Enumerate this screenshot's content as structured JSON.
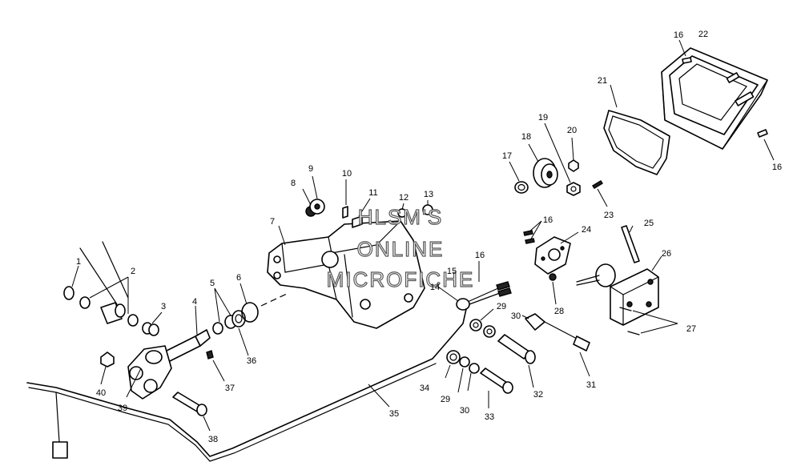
{
  "watermark": {
    "line1": "HLSM'S",
    "line2": "ONLINE",
    "line3": "MICROFICHE"
  },
  "callouts": [
    {
      "id": "c1",
      "label": "1"
    },
    {
      "id": "c2",
      "label": "2"
    },
    {
      "id": "c3",
      "label": "3"
    },
    {
      "id": "c4",
      "label": "4"
    },
    {
      "id": "c5",
      "label": "5"
    },
    {
      "id": "c6",
      "label": "6"
    },
    {
      "id": "c7",
      "label": "7"
    },
    {
      "id": "c8",
      "label": "8"
    },
    {
      "id": "c9",
      "label": "9"
    },
    {
      "id": "c10",
      "label": "10"
    },
    {
      "id": "c11",
      "label": "11"
    },
    {
      "id": "c12",
      "label": "12"
    },
    {
      "id": "c13",
      "label": "13"
    },
    {
      "id": "c14",
      "label": "14"
    },
    {
      "id": "c15",
      "label": "15"
    },
    {
      "id": "c16a",
      "label": "16"
    },
    {
      "id": "c16b",
      "label": "16"
    },
    {
      "id": "c16c",
      "label": "16"
    },
    {
      "id": "c16d",
      "label": "16"
    },
    {
      "id": "c17",
      "label": "17"
    },
    {
      "id": "c18",
      "label": "18"
    },
    {
      "id": "c19",
      "label": "19"
    },
    {
      "id": "c20",
      "label": "20"
    },
    {
      "id": "c21",
      "label": "21"
    },
    {
      "id": "c22",
      "label": "22"
    },
    {
      "id": "c23",
      "label": "23"
    },
    {
      "id": "c24",
      "label": "24"
    },
    {
      "id": "c25",
      "label": "25"
    },
    {
      "id": "c26",
      "label": "26"
    },
    {
      "id": "c27",
      "label": "27"
    },
    {
      "id": "c28",
      "label": "28"
    },
    {
      "id": "c29a",
      "label": "29"
    },
    {
      "id": "c29b",
      "label": "29"
    },
    {
      "id": "c30a",
      "label": "30"
    },
    {
      "id": "c30b",
      "label": "30"
    },
    {
      "id": "c31",
      "label": "31"
    },
    {
      "id": "c32",
      "label": "32"
    },
    {
      "id": "c33",
      "label": "33"
    },
    {
      "id": "c34",
      "label": "34"
    },
    {
      "id": "c35",
      "label": "35"
    },
    {
      "id": "c36",
      "label": "36"
    },
    {
      "id": "c37",
      "label": "37"
    },
    {
      "id": "c38",
      "label": "38"
    },
    {
      "id": "c39",
      "label": "39"
    },
    {
      "id": "c40",
      "label": "40"
    }
  ]
}
